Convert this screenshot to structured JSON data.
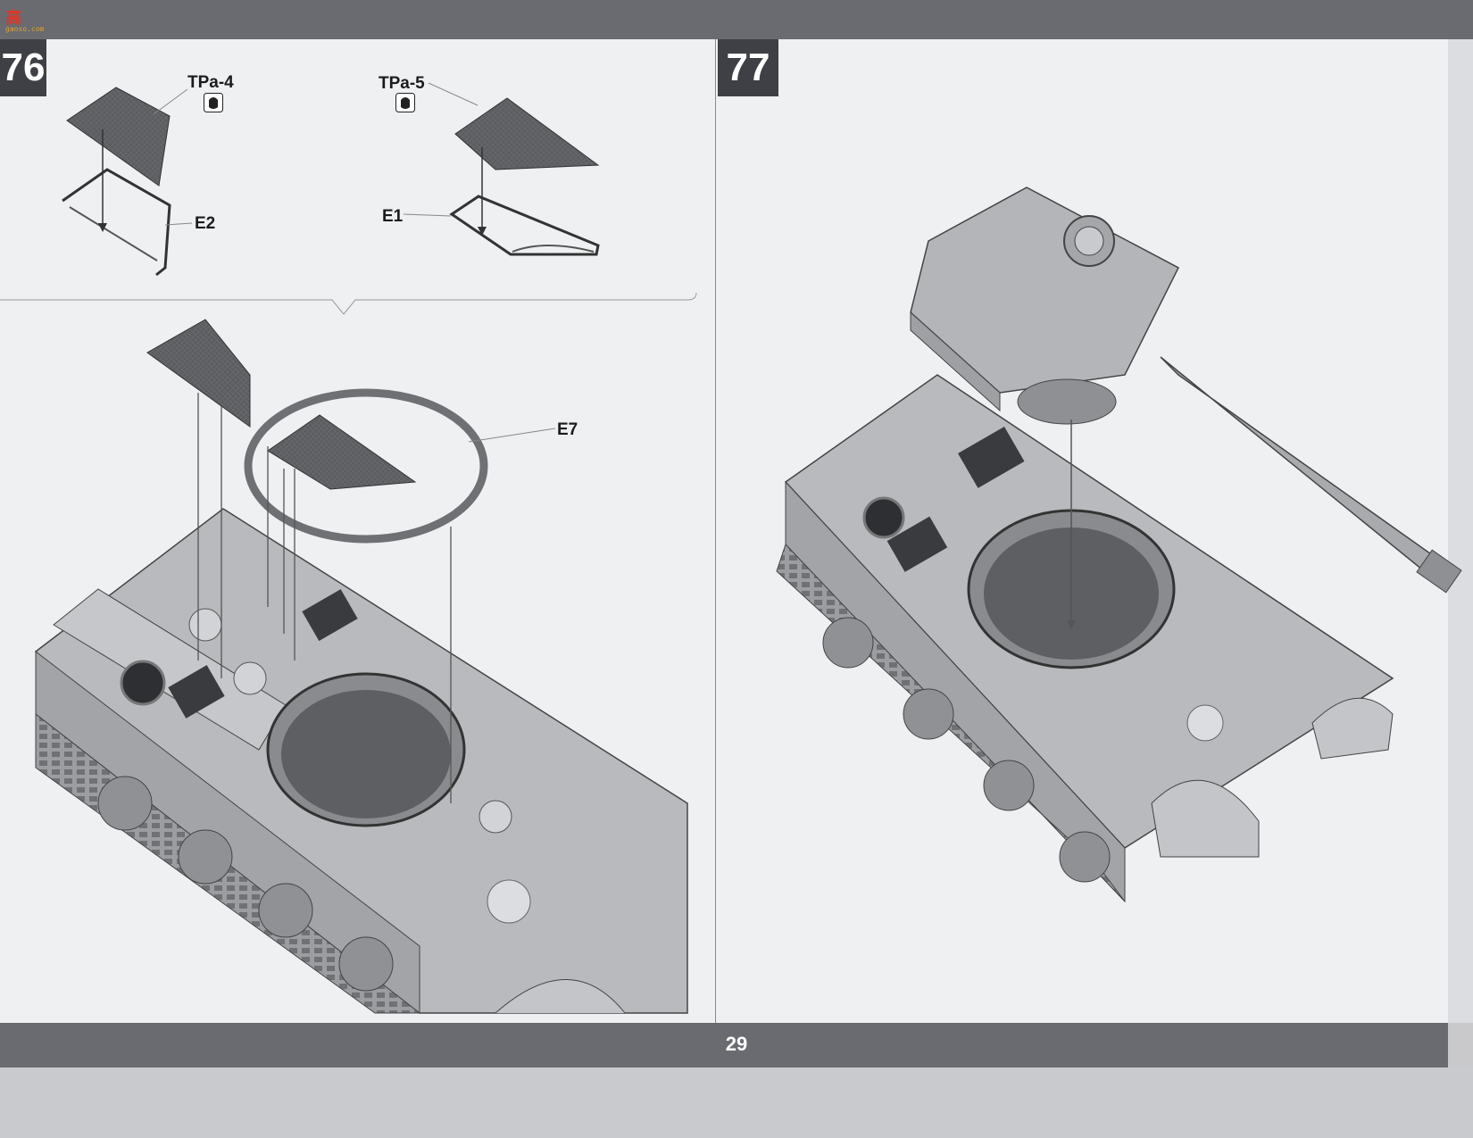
{
  "watermark": {
    "logo_text": "高",
    "site_text": "gaoso.com"
  },
  "page_number": "29",
  "step76": {
    "number": "76",
    "parts": {
      "tpa4": "TPa-4",
      "tpa5": "TPa-5",
      "e1": "E1",
      "e2": "E2",
      "e7": "E7"
    },
    "glue_icon": "cement-bottle-icon"
  },
  "step77": {
    "number": "77"
  },
  "colors": {
    "bar": "#6a6b70",
    "paper": "#eef0f2",
    "step_box": "#3f4045",
    "part_fill": "#595a5e"
  }
}
